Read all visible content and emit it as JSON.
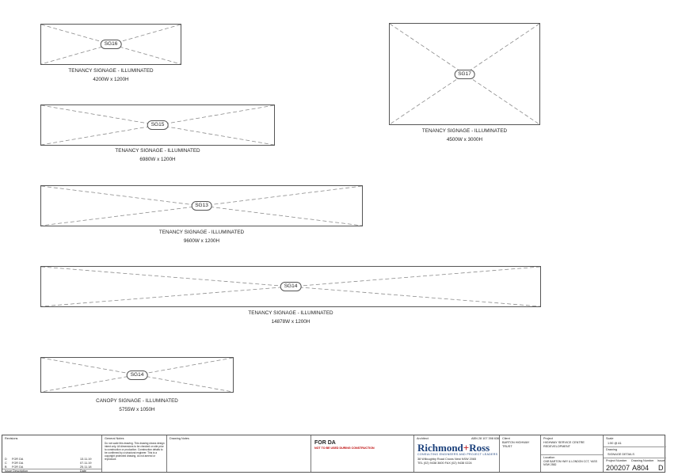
{
  "signs": [
    {
      "id": "SG16",
      "caption": "TENANCY SIGNAGE - ILLUMINATED",
      "size": "4200W x 1200H"
    },
    {
      "id": "SG17",
      "caption": "TENANCY SIGNAGE - ILLUMINATED",
      "size": "4500W x 3000H"
    },
    {
      "id": "SG15",
      "caption": "TENANCY SIGNAGE - ILLUMINATED",
      "size": "6980W x 1200H"
    },
    {
      "id": "SG13",
      "caption": "TENANCY SIGNAGE - ILLUMINATED",
      "size": "9600W x 1200H"
    },
    {
      "id": "SG14",
      "caption": "TENANCY SIGNAGE - ILLUMINATED",
      "size": "14878W x 1200H"
    },
    {
      "id": "SG14",
      "caption": "CANOPY SIGNAGE - ILLUMINATED",
      "size": "5755W x 1050H"
    }
  ],
  "titleblock": {
    "revisions_label": "Revisions",
    "revisions": [
      {
        "rev": "D",
        "desc": "FOR DA",
        "date": "13.11.19"
      },
      {
        "rev": "C",
        "desc": "FOR DA",
        "date": "07.11.19"
      },
      {
        "rev": "B",
        "desc": "FOR DA",
        "date": "25.11.18"
      }
    ],
    "issue_label": "Issue Description",
    "date_label": "Date",
    "general_notes_label": "General Notes",
    "general_notes": "Do not scale this drawing. This drawing shows design intent only. All dimensions to be checked on site prior to construction or production. Construction details to be confirmed by a structural engineer. This is a copyright protected drawing, do not amend or reproduce.",
    "drawing_notes_label": "Drawing Notes",
    "status": "FOR DA",
    "status_sub": "NOT TO BE USED DURING CONSTRUCTION",
    "architect_label": "Architect",
    "abn": "ABN 28 107 398 636",
    "firm_part1": "Richmond",
    "firm_plus": "+",
    "firm_part2": "Ross",
    "firm_sub": "CONSULTING ENGINEERS AND PROJECT LEADERS",
    "address": "38 Willoughby Road   Crows Nest   NSW 2065",
    "phone": "TEL (02) 9438 3600        FAX (02) 9438 0224",
    "client_label": "Client",
    "client": "BARTON HIGHWAY TRUST",
    "project_label": "Project",
    "project": "HIGHWAY SERVICE CENTRE REDEVELOPMENT",
    "location_label": "Location",
    "location": "CNR BARTON HWY & LONDON CCT, YASS NSW 2582",
    "scale_label": "Scale",
    "scale": "1:50 @ A1",
    "drawing_label": "Drawing",
    "drawing": "SIGNAGE DETAILS",
    "project_number_label": "Project Number",
    "drawing_number_label": "Drawing Number",
    "issue_col_label": "Issue",
    "project_number": "200207",
    "drawing_number": "A804",
    "issue": "D"
  }
}
